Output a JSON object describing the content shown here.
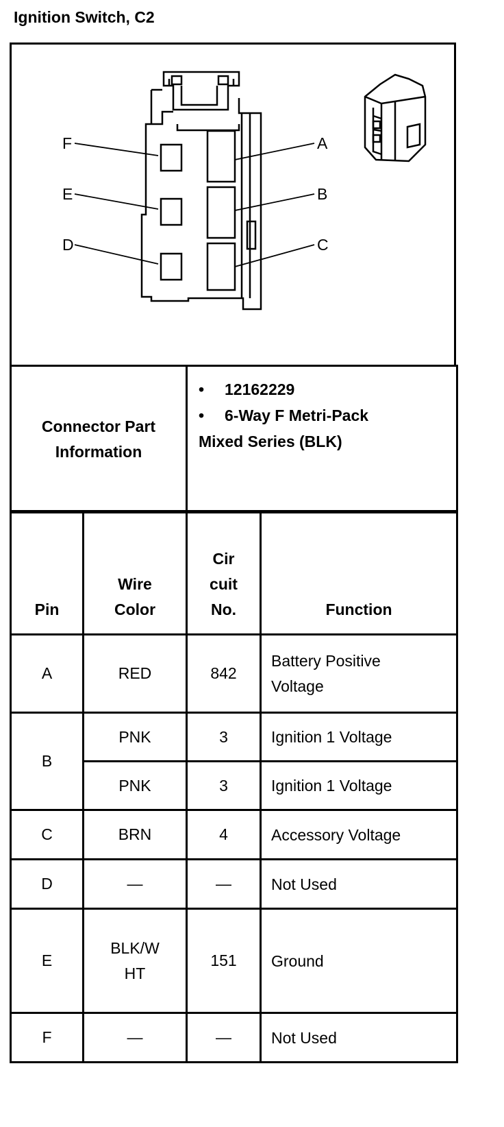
{
  "title": "Ignition Switch, C2",
  "diagram": {
    "pin_labels": [
      "F",
      "E",
      "D",
      "A",
      "B",
      "C"
    ]
  },
  "connector_info": {
    "label": "Connector Part Information",
    "label_line1": "Connector Part",
    "label_line2": "Information",
    "items": [
      "12162229",
      "6-Way F Metri-Pack"
    ],
    "continuation": "Mixed Series (BLK)"
  },
  "table": {
    "headers": {
      "pin": "Pin",
      "wire_color_1": "Wire",
      "wire_color_2": "Color",
      "circuit_1": "Cir",
      "circuit_2": "cuit",
      "circuit_3": "No.",
      "function": "Function"
    },
    "rows": [
      {
        "pin": "A",
        "wire": "RED",
        "circuit": "842",
        "function_1": "Battery Positive",
        "function_2": "Voltage"
      },
      {
        "pin": "B",
        "wire": "PNK",
        "circuit": "3",
        "function": "Ignition 1 Voltage"
      },
      {
        "wire": "PNK",
        "circuit": "3",
        "function": "Ignition 1 Voltage"
      },
      {
        "pin": "C",
        "wire": "BRN",
        "circuit": "4",
        "function": "Accessory Voltage"
      },
      {
        "pin": "D",
        "wire": "—",
        "circuit": "—",
        "function": "Not Used"
      },
      {
        "pin": "E",
        "wire_1": "BLK/W",
        "wire_2": "HT",
        "circuit": "151",
        "function": "Ground"
      },
      {
        "pin": "F",
        "wire": "—",
        "circuit": "—",
        "function": "Not Used"
      }
    ]
  }
}
